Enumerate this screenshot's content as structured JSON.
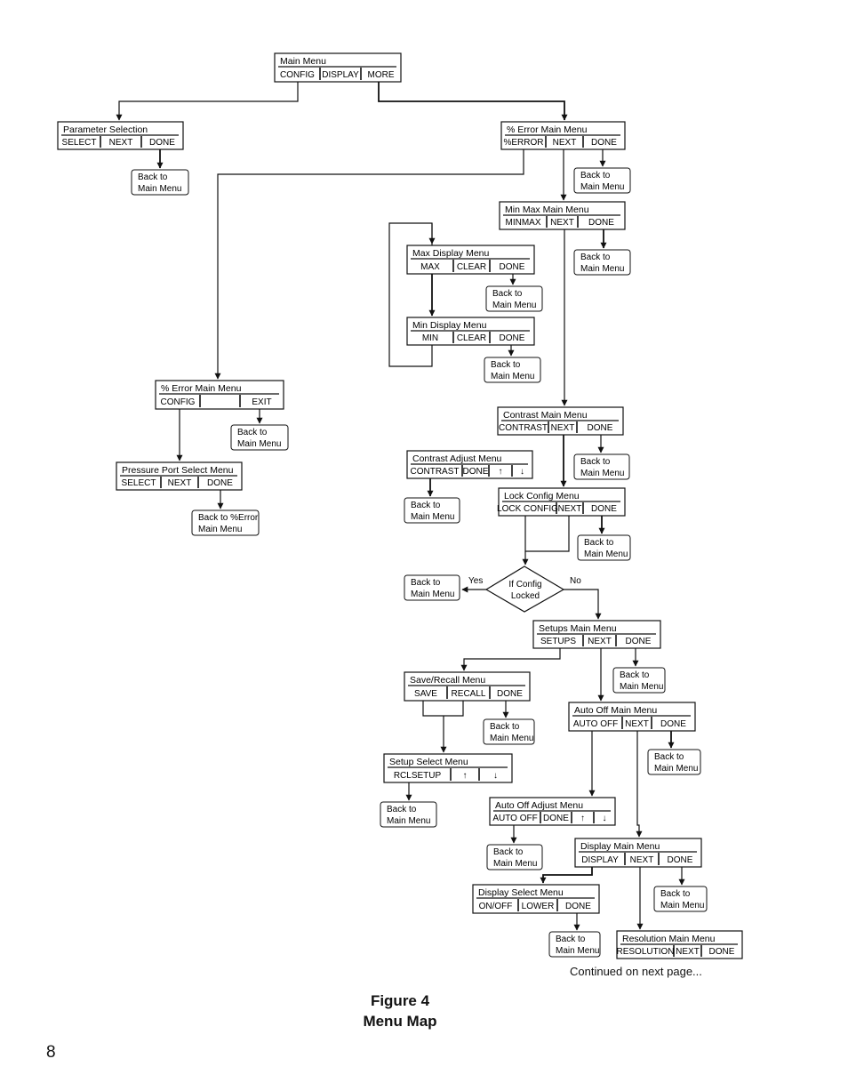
{
  "menus": [
    {
      "id": "main",
      "title": "Main Menu",
      "options": [
        "CONFIG",
        "DISPLAY",
        "MORE"
      ]
    },
    {
      "id": "param",
      "title": "Parameter Selection",
      "options": [
        "SELECT",
        "NEXT",
        "DONE"
      ]
    },
    {
      "id": "perr-top",
      "title": "% Error Main Menu",
      "options": [
        "%ERROR",
        "NEXT",
        "DONE"
      ]
    },
    {
      "id": "minmax",
      "title": "Min Max  Main Menu",
      "options": [
        "MINMAX",
        "NEXT",
        "DONE"
      ]
    },
    {
      "id": "maxdisp",
      "title": "Max Display Menu",
      "options": [
        "MAX",
        "CLEAR",
        "DONE"
      ]
    },
    {
      "id": "mindisp",
      "title": "Min Display Menu",
      "options": [
        "MIN",
        "CLEAR",
        "DONE"
      ]
    },
    {
      "id": "perr-cfg",
      "title": "% Error Main Menu",
      "options": [
        "CONFIG",
        "",
        "EXIT"
      ]
    },
    {
      "id": "pport",
      "title": "Pressure Port Select Menu",
      "options": [
        "SELECT",
        "NEXT",
        "DONE"
      ]
    },
    {
      "id": "contrast",
      "title": "Contrast  Main Menu",
      "options": [
        "CONTRAST",
        "NEXT",
        "DONE"
      ]
    },
    {
      "id": "contrast-adj",
      "title": "Contrast Adjust Menu",
      "options": [
        "CONTRAST",
        "DONE",
        "↑",
        "↓"
      ]
    },
    {
      "id": "lock",
      "title": "Lock Config  Menu",
      "options": [
        "LOCK CONFIG",
        "NEXT",
        "DONE"
      ]
    },
    {
      "id": "setups",
      "title": "Setups Main Menu",
      "options": [
        "SETUPS",
        "NEXT",
        "DONE"
      ]
    },
    {
      "id": "saverecall",
      "title": "Save/Recall Menu",
      "options": [
        "SAVE",
        "RECALL",
        "DONE"
      ]
    },
    {
      "id": "autooff",
      "title": "Auto Off Main Menu",
      "options": [
        "AUTO OFF",
        "NEXT",
        "DONE"
      ]
    },
    {
      "id": "setupsel",
      "title": "Setup Select Menu",
      "options": [
        "RCLSETUP",
        "↑",
        "↓"
      ]
    },
    {
      "id": "autooff-adj",
      "title": "Auto Off Adjust Menu",
      "options": [
        "AUTO OFF",
        "DONE",
        "↑",
        "↓"
      ]
    },
    {
      "id": "display",
      "title": "Display Main Menu",
      "options": [
        "DISPLAY",
        "NEXT",
        "DONE"
      ]
    },
    {
      "id": "dispsel",
      "title": "Display Select Menu",
      "options": [
        "ON/OFF",
        "LOWER",
        "DONE"
      ]
    },
    {
      "id": "resolution",
      "title": "Resolution Main Menu",
      "options": [
        "RESOLUTION",
        "NEXT",
        "DONE"
      ]
    }
  ],
  "back_labels": {
    "main": [
      "Back to",
      "Main Menu"
    ],
    "error": [
      "Back to %Error",
      "Main Menu"
    ]
  },
  "decision": {
    "lines": [
      "If Config",
      "Locked"
    ],
    "yes": "Yes",
    "no": "No"
  },
  "continued": "Continued on next page...",
  "figure": {
    "number": "Figure 4",
    "caption": "Menu Map"
  },
  "page_number": "8"
}
